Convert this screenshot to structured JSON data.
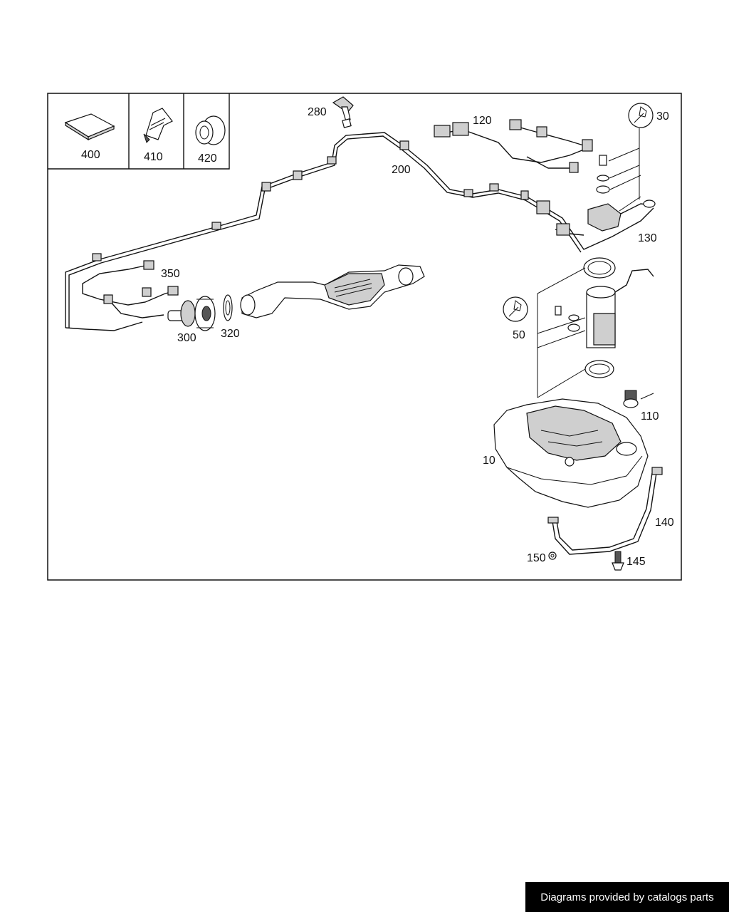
{
  "labels": {
    "p400": "400",
    "p410": "410",
    "p420": "420",
    "p280": "280",
    "p120": "120",
    "p30": "30",
    "p200": "200",
    "p130": "130",
    "p350": "350",
    "p300": "300",
    "p320": "320",
    "p50": "50",
    "p110": "110",
    "p10": "10",
    "p140": "140",
    "p150": "150",
    "p145": "145"
  },
  "icons": {
    "tool_30": "wrench-icon",
    "tool_50": "wrench-icon"
  },
  "footer": {
    "text": "Diagrams provided by catalogs parts"
  }
}
